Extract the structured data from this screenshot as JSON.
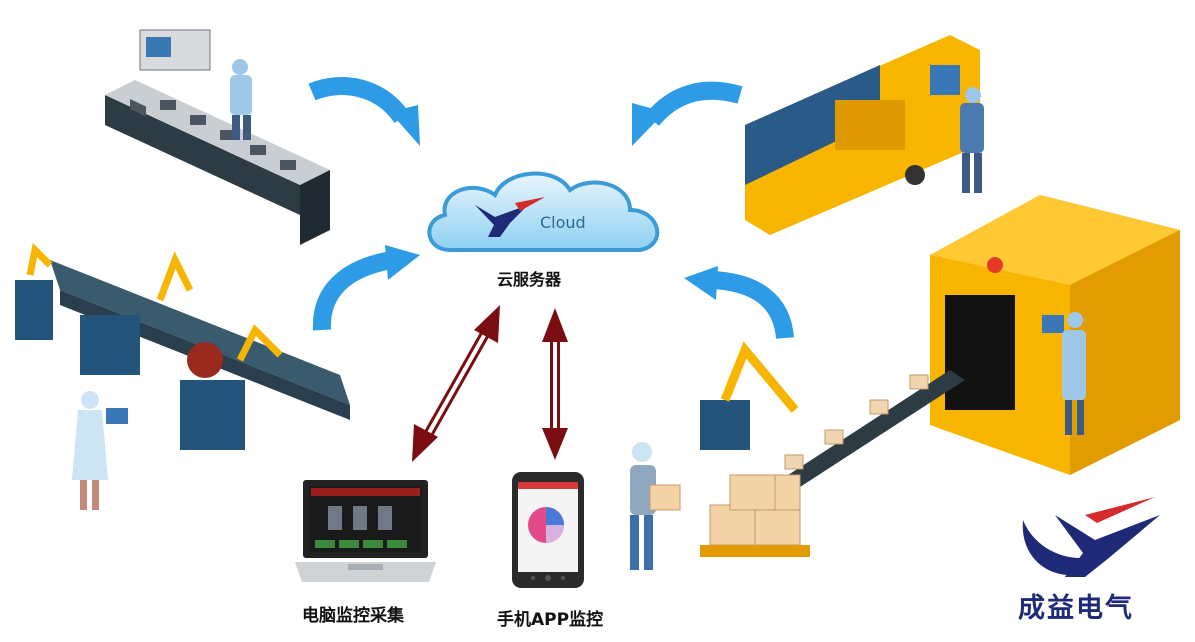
{
  "cloud": {
    "label": "Cloud",
    "caption": "云服务器"
  },
  "devices": {
    "pc_caption": "电脑监控采集",
    "phone_caption": "手机APP监控"
  },
  "brand": {
    "name": "成益电气"
  },
  "colors": {
    "blue_arrow": "#2d9be6",
    "dark_red_arrow": "#7a0d12",
    "machine_yellow": "#f7b500",
    "conveyor_dark": "#2d3b45",
    "brand_navy": "#1e2a78",
    "brand_red": "#d62b2b"
  }
}
